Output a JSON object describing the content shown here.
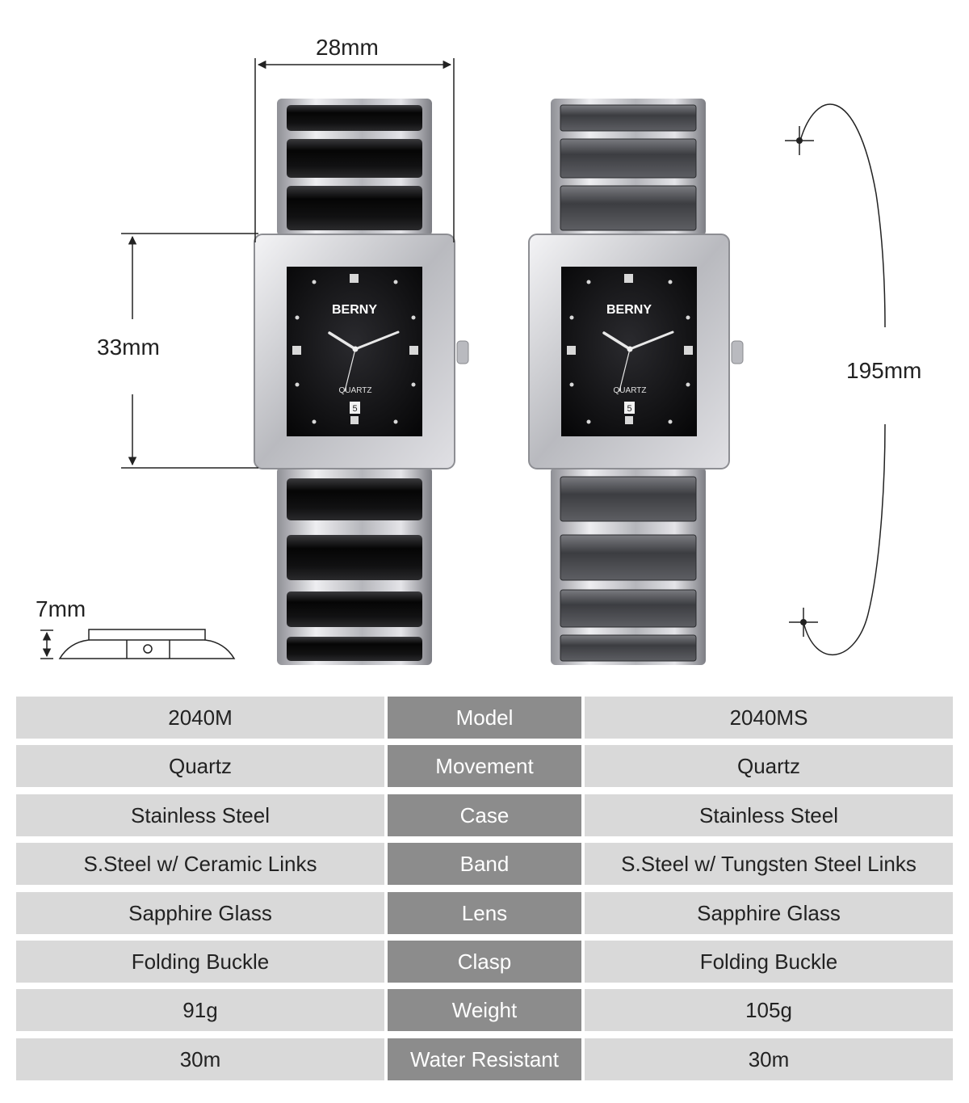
{
  "dimensions": {
    "width": "28mm",
    "height": "33mm",
    "thickness": "7mm",
    "band_length": "195mm"
  },
  "watches": [
    {
      "brand": "BERNY",
      "movement_label": "QUARTZ",
      "date": "5",
      "band_color": "#0b0b0b"
    },
    {
      "brand": "BERNY",
      "movement_label": "QUARTZ",
      "date": "5",
      "band_color": "#4a4b50"
    }
  ],
  "colors": {
    "label_cell": "#8c8c8c",
    "value_cell": "#d9d9d9",
    "steel": "#c9cacf",
    "dial": "#101012"
  },
  "specs": [
    {
      "label": "Model",
      "left": "2040M",
      "right": "2040MS"
    },
    {
      "label": "Movement",
      "left": "Quartz",
      "right": "Quartz"
    },
    {
      "label": "Case",
      "left": "Stainless Steel",
      "right": "Stainless Steel"
    },
    {
      "label": "Band",
      "left": "S.Steel w/ Ceramic Links",
      "right": "S.Steel w/ Tungsten Steel Links"
    },
    {
      "label": "Lens",
      "left": "Sapphire Glass",
      "right": "Sapphire Glass"
    },
    {
      "label": "Clasp",
      "left": "Folding Buckle",
      "right": "Folding Buckle"
    },
    {
      "label": "Weight",
      "left": "91g",
      "right": "105g"
    },
    {
      "label": "Water Resistant",
      "left": "30m",
      "right": "30m"
    }
  ]
}
